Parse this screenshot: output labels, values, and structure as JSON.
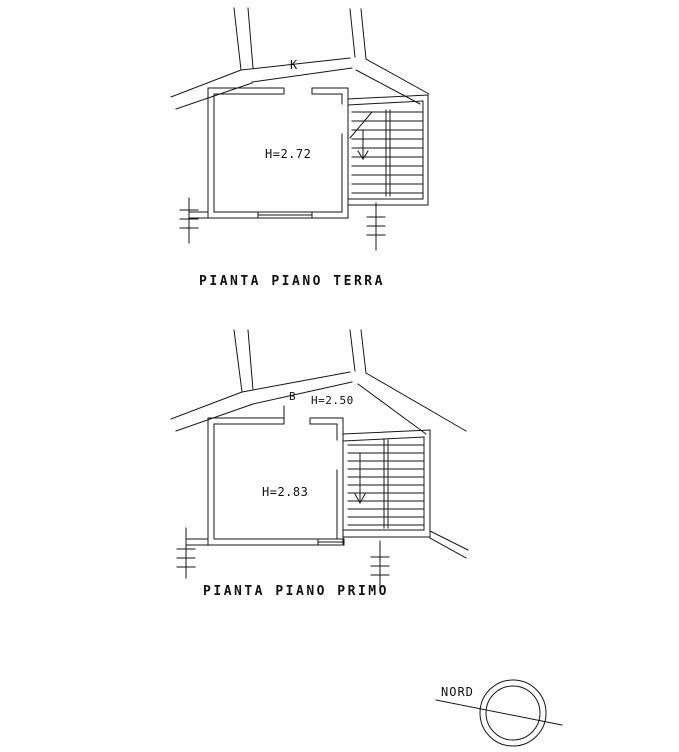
{
  "ground_floor": {
    "title": "PIANTA PIANO TERRA",
    "kitchen_label": "K",
    "ceiling_height": "H=2.72"
  },
  "first_floor": {
    "title": "PIANTA PIANO PRIMO",
    "room_label": "B",
    "ceiling_height": "H=2.83",
    "secondary_ceiling_height": "H=2.50"
  },
  "compass": {
    "north_label": "NORD"
  },
  "colors": {
    "ink": "#161616",
    "paper": "#ffffff"
  }
}
